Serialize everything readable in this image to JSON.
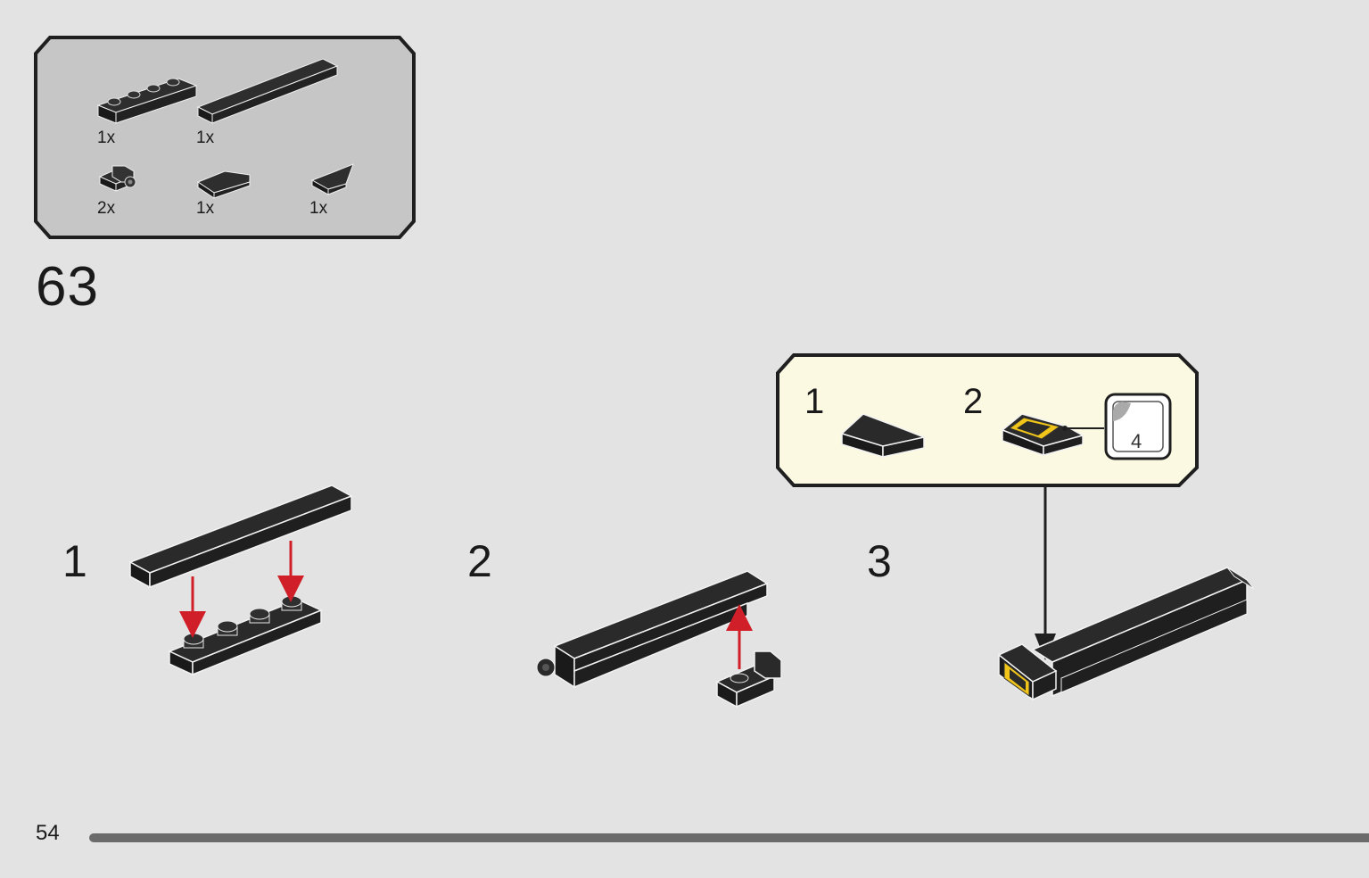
{
  "parts_list": {
    "items": [
      {
        "icon": "plate-1x4-black-icon",
        "qty": "1x"
      },
      {
        "icon": "tile-1x6-black-icon",
        "qty": "1x"
      },
      {
        "icon": "bracket-with-pin-black-icon",
        "qty": "2x"
      },
      {
        "icon": "wedge-tile-black-icon",
        "qty": "1x"
      },
      {
        "icon": "wedge-plate-black-icon",
        "qty": "1x"
      }
    ]
  },
  "step": {
    "number": "63"
  },
  "substeps": [
    {
      "label": "1"
    },
    {
      "label": "2"
    },
    {
      "label": "3"
    }
  ],
  "callout": {
    "items": [
      {
        "label": "1"
      },
      {
        "label": "2"
      }
    ],
    "sticker_number": "4"
  },
  "colors": {
    "background": "#e3e3e3",
    "brick_black": "#1e1e1e",
    "arrow_red": "#d11f2a",
    "sticker_yellow": "#f0c419",
    "callout_bg": "#fbf9e2"
  },
  "page": {
    "number": "54"
  }
}
